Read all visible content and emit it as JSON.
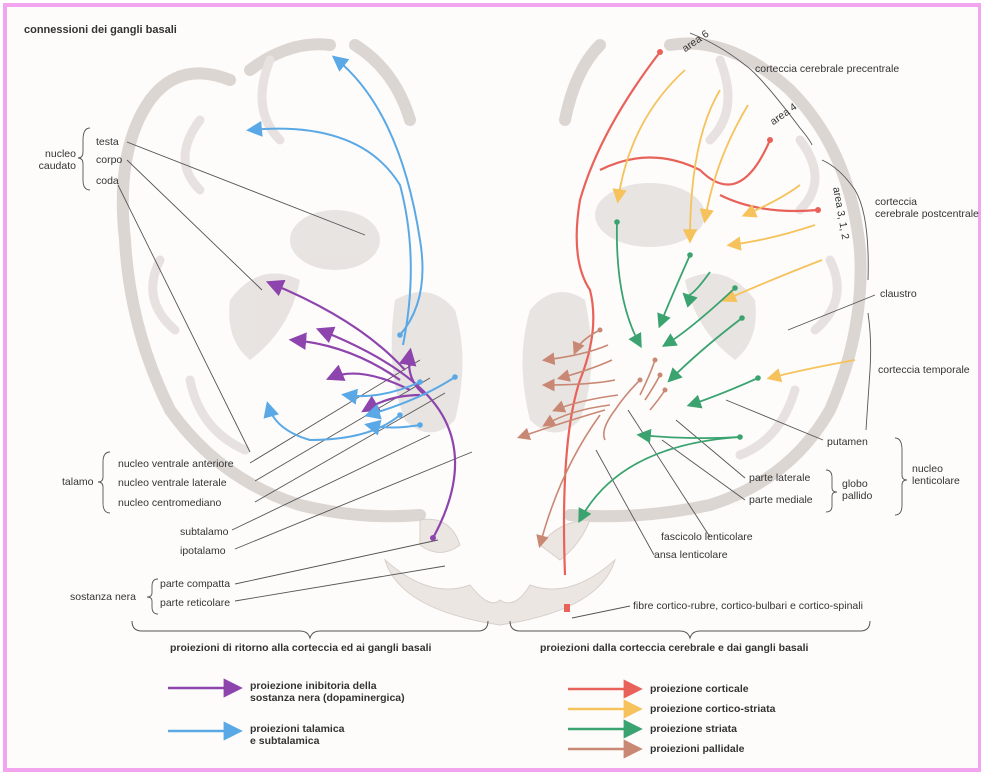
{
  "title": "connessioni dei gangli basali",
  "left_labels": {
    "nucleo_caudato": "nucleo\ncaudato",
    "testa": "testa",
    "corpo": "corpo",
    "coda": "coda",
    "talamo": "talamo",
    "nucleo_ventrale_anteriore": "nucleo ventrale anteriore",
    "nucleo_ventrale_laterale": "nucleo ventrale laterale",
    "nucleo_centromediano": "nucleo centromediano",
    "subtalamo": "subtalamo",
    "ipotalamo": "ipotalamo",
    "sostanza_nera": "sostanza nera",
    "parte_compatta": "parte compatta",
    "parte_reticolare": "parte reticolare"
  },
  "right_labels": {
    "area_6": "area 6",
    "area_4": "area 4",
    "corteccia_precentrale": "corteccia cerebrale precentrale",
    "area_312": "area 3, 1, 2",
    "corteccia_postcentrale": "corteccia\ncerebrale postcentrale",
    "claustro": "claustro",
    "corteccia_temporale": "corteccia temporale",
    "putamen": "putamen",
    "nucleo_lenticolare": "nucleo\nlenticolare",
    "parte_laterale": "parte laterale",
    "parte_mediale": "parte mediale",
    "globo_pallido": "globo\npallido",
    "fascicolo_lenticolare": "fascicolo lenticolare",
    "ansa_lenticolare": "ansa lenticolare",
    "fibre": "fibre cortico-rubre, cortico-bulbari e cortico-spinali"
  },
  "section_titles": {
    "left": "proiezioni di ritorno alla corteccia ed ai gangli basali",
    "right": "proiezioni dalla corteccia cerebrale e dai gangli basali"
  },
  "legend": {
    "purple": "proiezione inibitoria della\nsostanza nera (dopaminergica)",
    "blue": "proiezioni talamica\ne subtalamica",
    "red": "proiezione corticale",
    "yellow": "proiezione cortico-striata",
    "green": "proiezione striata",
    "brown": "proiezioni pallidale"
  },
  "colors": {
    "purple": "#8e44ad",
    "blue": "#5aa9e6",
    "red": "#e8625a",
    "yellow": "#f6c25c",
    "green": "#3aa36f",
    "brown": "#c98874",
    "frame": "#f2a5ee"
  }
}
